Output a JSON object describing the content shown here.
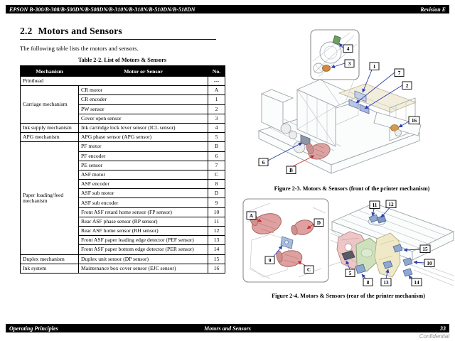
{
  "header": {
    "products": "EPSON B-300/B-308/B-500DN/B-508DN/B-310N/B-318N/B-510DN/B-518DN",
    "revision": "Revision E"
  },
  "section": {
    "number": "2.2",
    "title": "Motors and Sensors",
    "intro": "The following table lists the motors and sensors."
  },
  "table": {
    "title": "Table 2-2.  List of Motors & Sensors",
    "columns": [
      "Mechanism",
      "Motor or Sensor",
      "No."
    ],
    "groups": [
      {
        "mechanism": "Printhead",
        "merged": true,
        "items": [
          {
            "name": "",
            "no": "---"
          }
        ]
      },
      {
        "mechanism": "Carriage mechanism",
        "items": [
          {
            "name": "CR motor",
            "no": "A"
          },
          {
            "name": "CR encoder",
            "no": "1"
          },
          {
            "name": "PW sensor",
            "no": "2"
          },
          {
            "name": "Cover open sensor",
            "no": "3"
          }
        ]
      },
      {
        "mechanism": "Ink supply mechanism",
        "items": [
          {
            "name": "Ink cartridge lock lever sensor (ICL sensor)",
            "no": "4"
          }
        ]
      },
      {
        "mechanism": "APG mechanism",
        "items": [
          {
            "name": "APG phase sensor (APG sensor)",
            "no": "5"
          }
        ]
      },
      {
        "mechanism": "Paper loading/feed mechanism",
        "items": [
          {
            "name": "PF motor",
            "no": "B"
          },
          {
            "name": "PF encoder",
            "no": "6"
          },
          {
            "name": "PE sensor",
            "no": "7"
          },
          {
            "name": "ASF motor",
            "no": "C"
          },
          {
            "name": "ASF encoder",
            "no": "8"
          },
          {
            "name": "ASF sub motor",
            "no": "D"
          },
          {
            "name": "ASF sub encoder",
            "no": "9"
          },
          {
            "name": "Front ASF retard home sensor (FP sensor)",
            "no": "10"
          },
          {
            "name": "Rear ASF phase sensor (RP sensor)",
            "no": "11"
          },
          {
            "name": "Rear ASF home sensor (RH sensor)",
            "no": "12"
          },
          {
            "name": "Front ASF paper leading edge detector (PEF sensor)",
            "no": "13"
          },
          {
            "name": "Front ASF paper bottom edge detector (PER sensor)",
            "no": "14"
          }
        ]
      },
      {
        "mechanism": "Duplex mechanism",
        "items": [
          {
            "name": "Duplex unit sensor (DP sensor)",
            "no": "15"
          }
        ]
      },
      {
        "mechanism": "Ink system",
        "items": [
          {
            "name": "Maintenance box cover sensor (EJC sensor)",
            "no": "16"
          }
        ]
      }
    ]
  },
  "figures": {
    "front": {
      "caption": "Figure 2-3.  Motors & Sensors (front of the printer mechanism)",
      "callouts": {
        "c1": "1",
        "c2": "2",
        "c3": "3",
        "c4": "4",
        "c6": "6",
        "c7": "7",
        "c16": "16",
        "cB": "B"
      }
    },
    "rear": {
      "caption": "Figure 2-4.  Motors & Sensors (rear of the printer mechanism)",
      "callouts": {
        "cA": "A",
        "cC": "C",
        "cD": "D",
        "c5": "5",
        "c8": "8",
        "c9": "9",
        "c10": "10",
        "c11": "11",
        "c12": "12",
        "c13": "13",
        "c14": "14",
        "c15": "15"
      }
    }
  },
  "footer": {
    "left": "Operating Principles",
    "center": "Motors and Sensors",
    "page": "33",
    "confidential": "Confidential"
  },
  "colors": {
    "arrow_blue": "#2b3faf",
    "arrow_red": "#cc2a2a",
    "motor_pink": "#dca2a2",
    "part_green": "#cfe0bd",
    "part_yellow": "#efe9c8",
    "sensor_blue": "#8fa8d0",
    "sensor_orange": "#d79a4a",
    "sensor_green": "#6f9f5f"
  }
}
